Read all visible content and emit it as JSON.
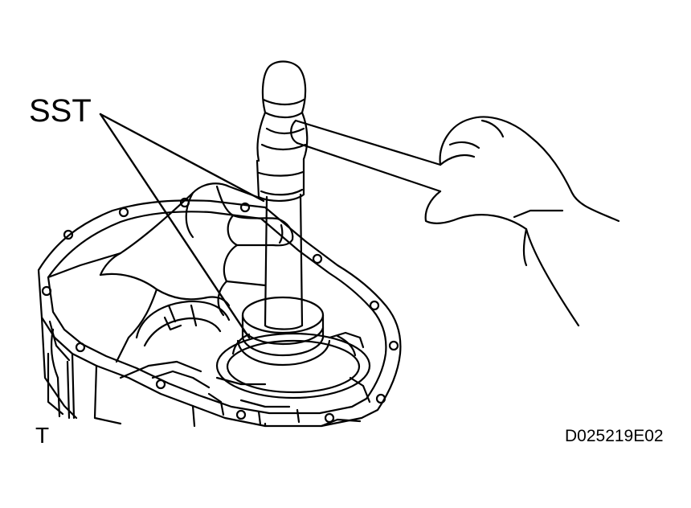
{
  "labels": {
    "sst": "SST",
    "view_mark": "T",
    "figure_code": "D025219E02"
  },
  "colors": {
    "ink": "#000000",
    "paper": "#ffffff"
  }
}
